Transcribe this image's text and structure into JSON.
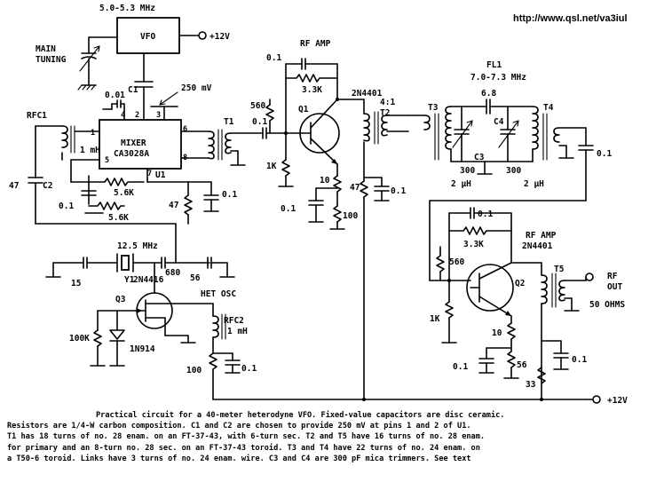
{
  "url": "http://www.qsl.net/va3iul",
  "vfo": {
    "freq": "5.0-5.3 MHz",
    "label": "VFO",
    "supply": "+12V",
    "tuning": [
      "MAIN",
      "TUNING"
    ]
  },
  "mixer": {
    "name": [
      "MIXER",
      "CA3028A"
    ],
    "ref": "U1",
    "pins": [
      "1",
      "2",
      "3",
      "4",
      "5",
      "6",
      "7",
      "8"
    ],
    "level": "250 mV",
    "c1": "C1",
    "c1_val": "0.01"
  },
  "rfc1": {
    "ref": "RFC1",
    "val": "1 mH"
  },
  "c2": {
    "val": "47",
    "ref": "C2"
  },
  "mixer_parts": {
    "r56a": "5.6K",
    "r56b": "5.6K",
    "c01": "0.1",
    "c01b": "0.1",
    "r47": "47"
  },
  "t1": "T1",
  "rfamp1": {
    "title": "RF AMP",
    "c_fb": "0.1",
    "r_fb": "3.3K",
    "r560": "560",
    "c_in": "0.1",
    "r1k": "1K",
    "q": "Q1",
    "trans": "2N4401",
    "r10": "10",
    "c_e": "0.1",
    "r100": "100",
    "r47": "47",
    "c_dec": "0.1",
    "ratio": "4:1",
    "t2": "T2"
  },
  "filter": {
    "ref": "FL1",
    "freq": "7.0-7.3 MHz",
    "t3": "T3",
    "t4": "T4",
    "c_cpl": "6.8",
    "c3": "C3",
    "c4": "C4",
    "c3v": "300",
    "c4v": "300",
    "l1": "2 μH",
    "l2": "2 μH",
    "c_out": "0.1"
  },
  "osc": {
    "xtal": "12.5 MHz",
    "y": "Y1",
    "c15": "15",
    "jfet": "2N4416",
    "c680": "680",
    "c56": "56",
    "title": "HET OSC",
    "q": "Q3",
    "r100k": "100K",
    "diode": "1N914",
    "rfc2": "RFC2",
    "rfc2v": "1 mH",
    "r100": "100",
    "c01": "0.1"
  },
  "rfamp2": {
    "title": "RF AMP",
    "c_fb": "0.1",
    "r_fb": "3.3K",
    "trans": "2N4401",
    "r560": "560",
    "r1k": "1K",
    "q": "Q2",
    "t5": "T5",
    "out": [
      "RF",
      "OUT"
    ],
    "ohms": "50 OHMS",
    "r10": "10",
    "c01": "0.1",
    "r56": "56",
    "c01b": "0.1",
    "r33": "33"
  },
  "supply_bottom": "+12V",
  "caption": [
    "Practical circuit for a 40-meter heterodyne VFO.  Fixed-value capacitors are disc ceramic.",
    "Resistors are 1/4-W carbon composition. C1 and C2 are chosen to provide 250 mV at pins 1 and 2 of U1.",
    "T1 has 18 turns of no. 28 enam. on an FT-37-43, with 6-turn sec. T2 and T5 have 16 turns of no. 28 enam.",
    "for primary and an 8-turn no. 28 sec. on an FT-37-43 toroid. T3 and T4 have 22 turns of no. 24 enam. on",
    "a T50-6 toroid. Links have 3 turns of no. 24 enam. wire. C3 and C4 are 300 pF mica trimmers. See text"
  ]
}
